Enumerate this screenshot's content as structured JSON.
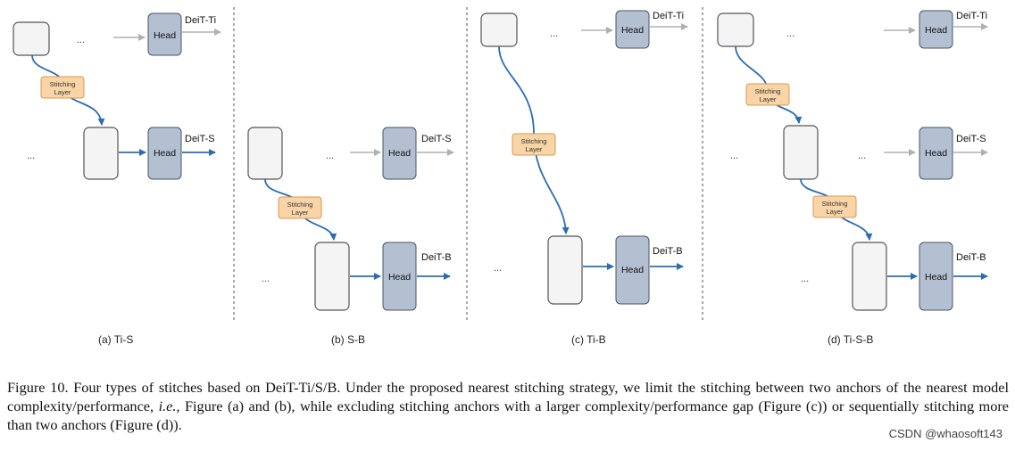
{
  "figure": {
    "head_label": "Head",
    "stitch_line1": "Stitching",
    "stitch_line2": "Layer",
    "ellipsis": "...",
    "models": {
      "ti": "DeiT-Ti",
      "s": "DeiT-S",
      "b": "DeiT-B"
    },
    "panels": [
      {
        "caption": "(a) Ti-S"
      },
      {
        "caption": "(b) S-B"
      },
      {
        "caption": "(c) Ti-B"
      },
      {
        "caption": "(d) Ti-S-B"
      }
    ],
    "colors": {
      "head_fill": "#b3c0d2",
      "head_stroke": "#4b5563",
      "anchor_fill": "#f4f4f4",
      "anchor_stroke": "#555555",
      "stitch_fill": "#f8d4a6",
      "stitch_stroke": "#d99a52",
      "active_arrow": "#2a6db5",
      "inactive_arrow": "#b0b0b0"
    }
  },
  "caption": {
    "label": "Figure 10.",
    "text_before_ie": " Four types of stitches based on DeiT-Ti/S/B. Under the proposed nearest stitching strategy, we limit the stitching between two anchors of the nearest model complexity/performance, ",
    "ie": "i.e.",
    "text_after_ie": ", Figure (a) and (b), while excluding stitching anchors with a larger complexity/performance gap (Figure (c)) or sequentially stitching more than two anchors (Figure (d))."
  },
  "watermark": "CSDN @whaosoft143"
}
